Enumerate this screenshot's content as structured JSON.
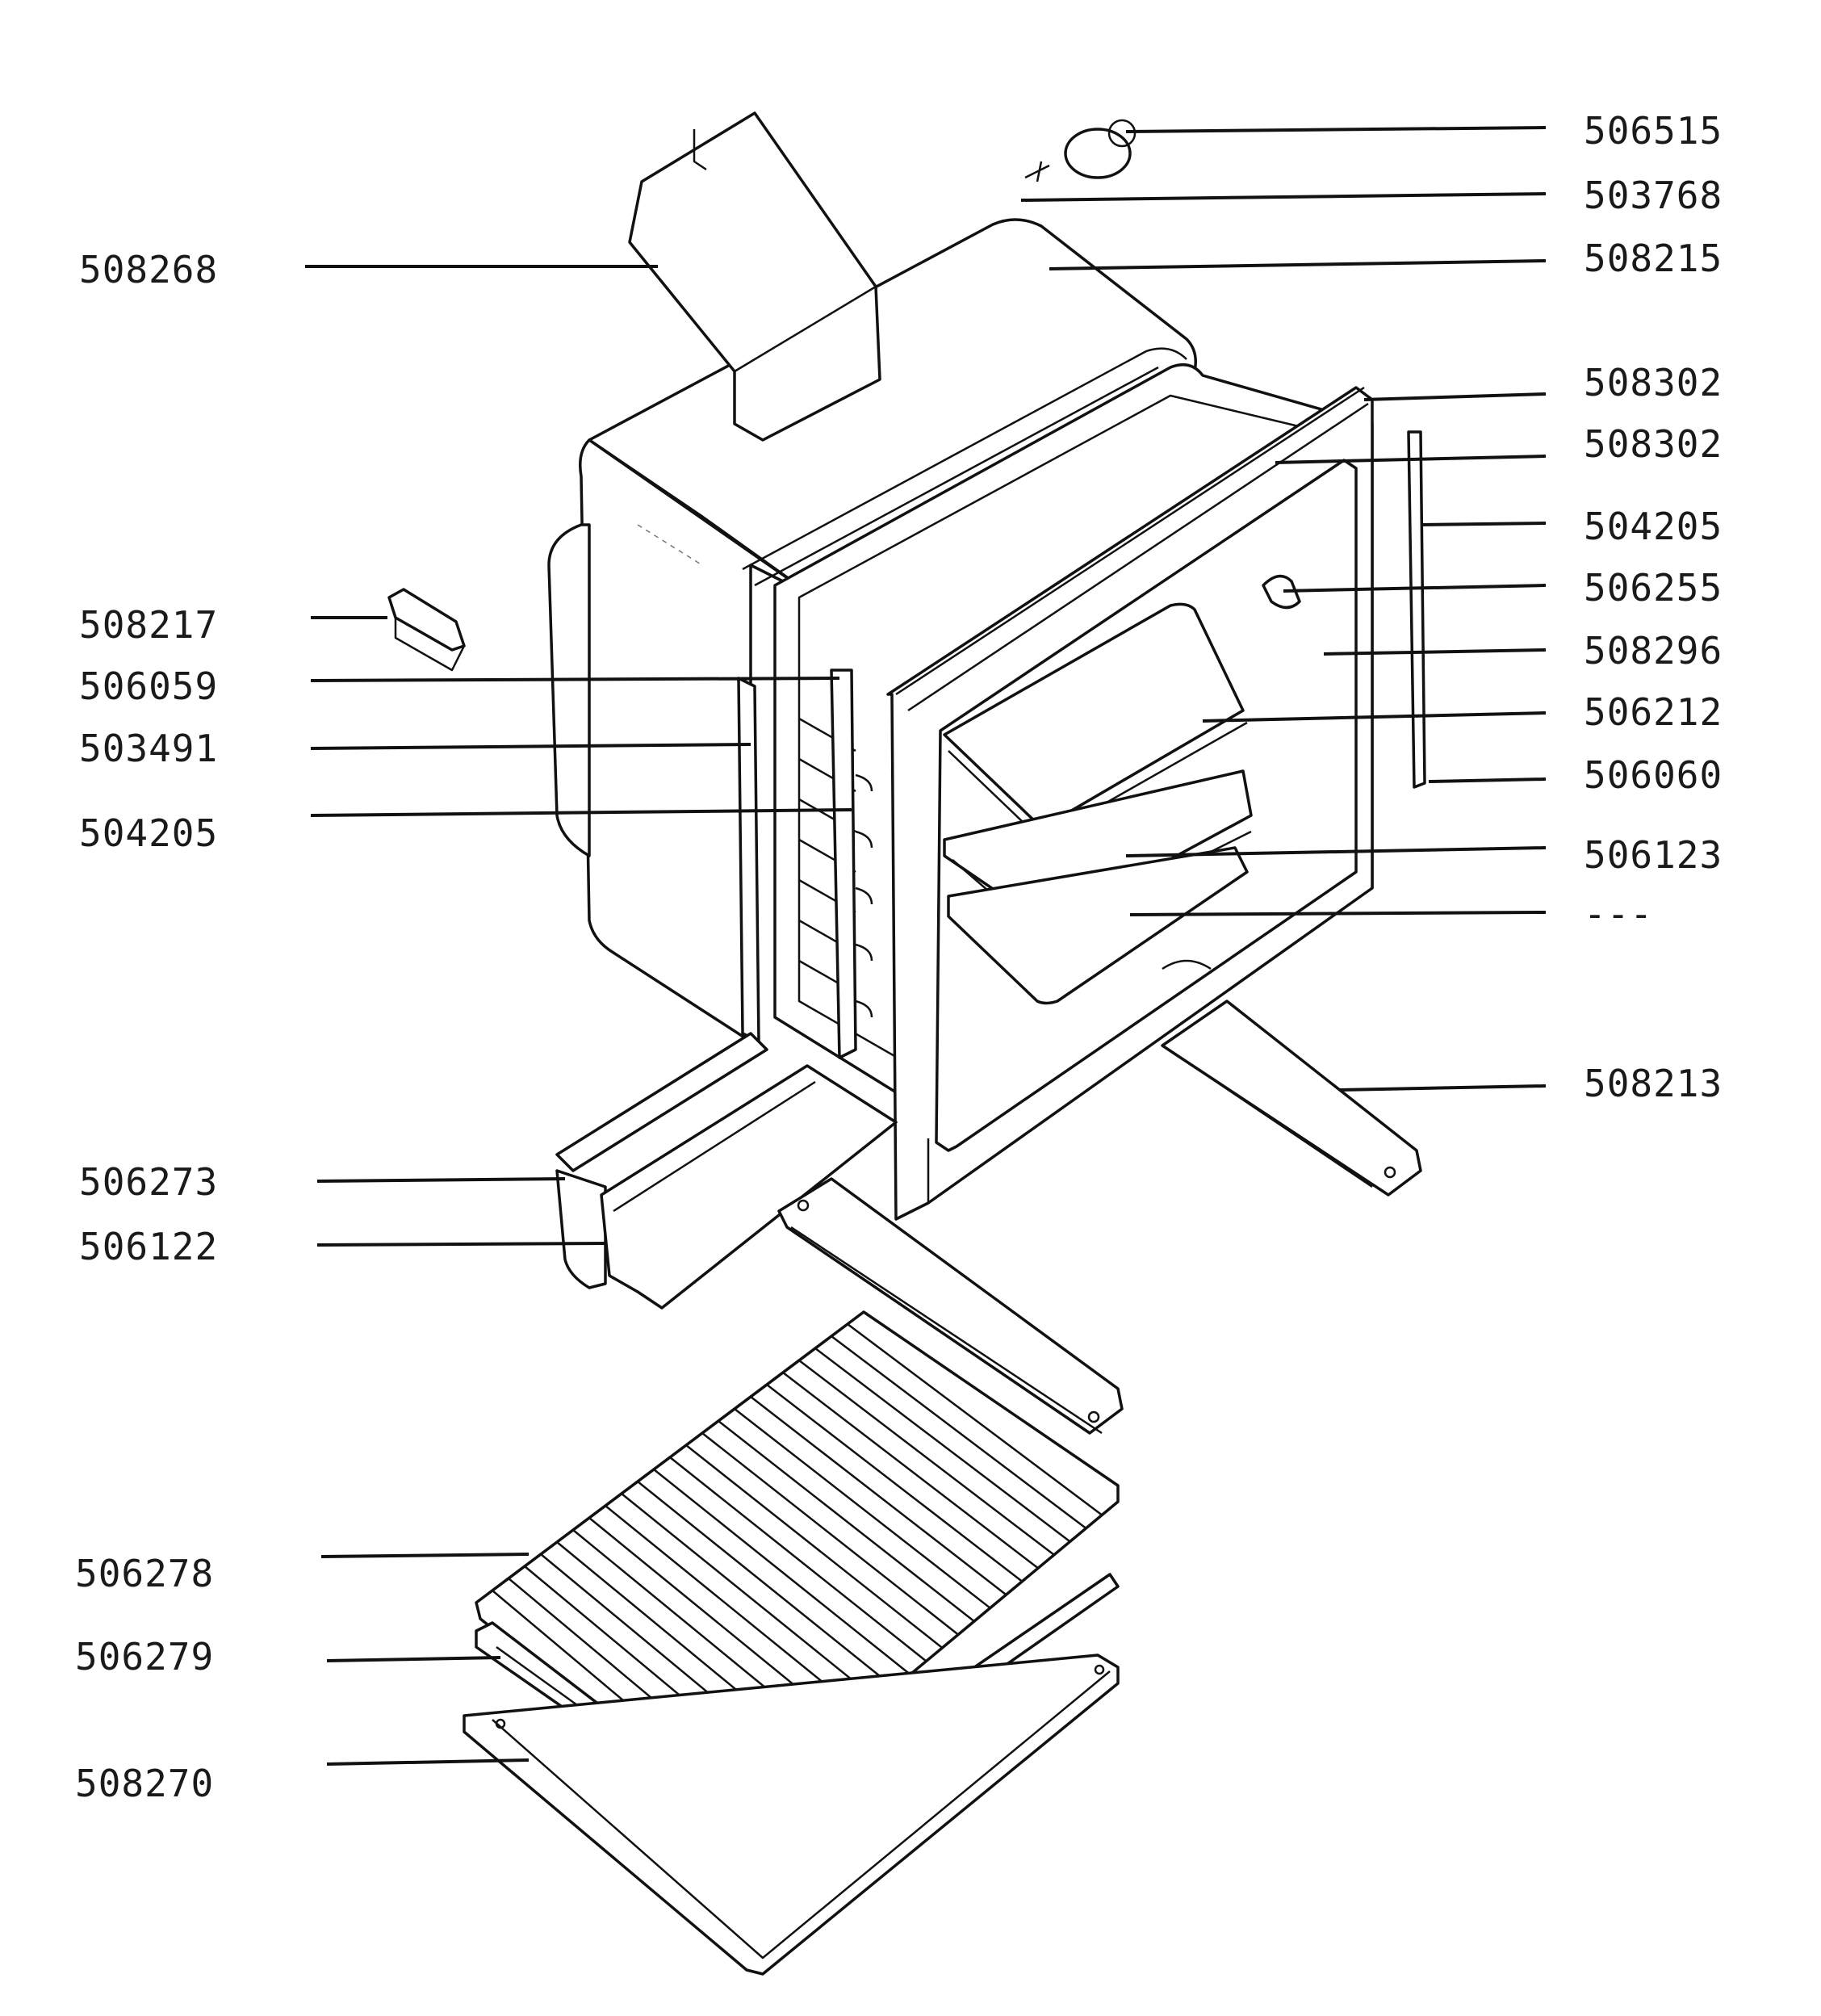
{
  "callouts": [
    {
      "id": "c1",
      "text": "506515"
    },
    {
      "id": "c2",
      "text": "503768"
    },
    {
      "id": "c3",
      "text": "508215"
    },
    {
      "id": "c4",
      "text": "508302"
    },
    {
      "id": "c5",
      "text": "508302"
    },
    {
      "id": "c6",
      "text": "504205"
    },
    {
      "id": "c7",
      "text": "506255"
    },
    {
      "id": "c8",
      "text": "508296"
    },
    {
      "id": "c9",
      "text": "506212"
    },
    {
      "id": "c10",
      "text": "506060"
    },
    {
      "id": "c11",
      "text": "506123"
    },
    {
      "id": "c12",
      "text": "---"
    },
    {
      "id": "c13",
      "text": "508213"
    },
    {
      "id": "c14",
      "text": "508268"
    },
    {
      "id": "c15",
      "text": "508217"
    },
    {
      "id": "c16",
      "text": "506059"
    },
    {
      "id": "c17",
      "text": "503491"
    },
    {
      "id": "c18",
      "text": "504205"
    },
    {
      "id": "c19",
      "text": "506273"
    },
    {
      "id": "c20",
      "text": "506122"
    },
    {
      "id": "c21",
      "text": "506278"
    },
    {
      "id": "c22",
      "text": "506279"
    },
    {
      "id": "c23",
      "text": "508270"
    }
  ]
}
